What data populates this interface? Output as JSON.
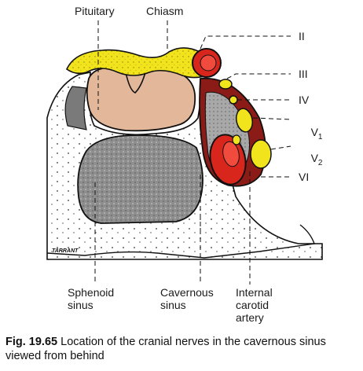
{
  "labels": {
    "pituitary": "Pituitary",
    "chiasm": "Chiasm",
    "sphenoid_sinus": "Sphenoid\nsinus",
    "cavernous_sinus": "Cavernous\nsinus",
    "internal_carotid_artery": "Internal\ncarotid\nartery",
    "artist_signature": "TARRANT"
  },
  "nerves": {
    "II": "II",
    "III": "III",
    "IV": "IV",
    "V1_base": "V",
    "V1_sub": "1",
    "V2_base": "V",
    "V2_sub": "2",
    "VI": "VI"
  },
  "caption": {
    "figure_number": "Fig. 19.65",
    "text": "Location of the cranial nerves in the cavernous sinus viewed from behind"
  },
  "colors": {
    "chiasm_yellow": "#f2e41c",
    "pituitary_tan": "#e3b89a",
    "artery_red": "#d9261c",
    "sinus_dark_red": "#8a1b16",
    "sphenoid_gray": "#9a9a9a",
    "bone_white": "#ffffff",
    "outline": "#111111"
  }
}
